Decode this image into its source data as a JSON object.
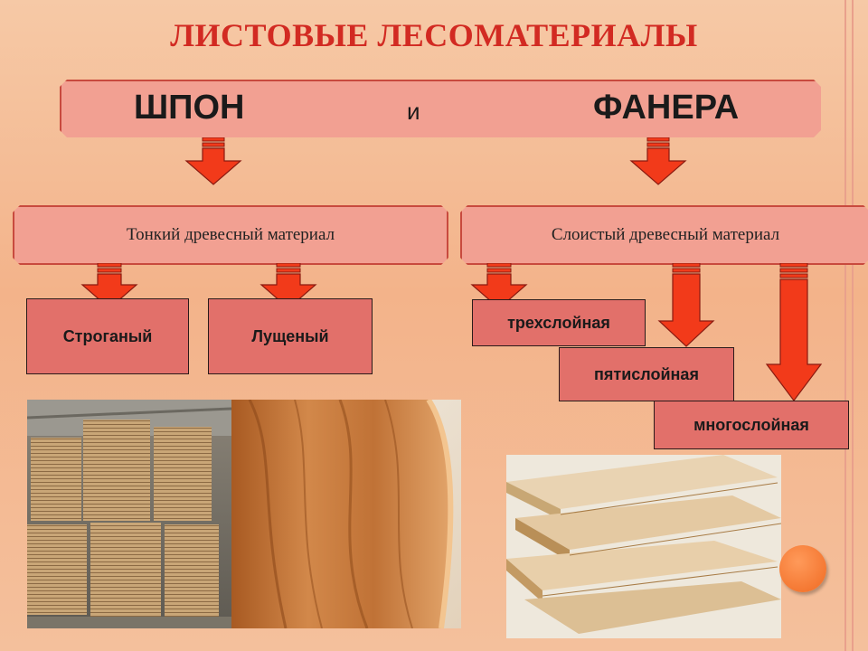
{
  "title": "ЛИСТОВЫЕ ЛЕСОМАТЕРИАЛЫ",
  "banner": {
    "left": "ШПОН",
    "middle": "и",
    "right": "ФАНЕРА"
  },
  "veneer": {
    "description": "Тонкий древесный материал",
    "types": [
      "Строганый",
      "Лущеный"
    ]
  },
  "plywood": {
    "description": "Слоистый древесный материал",
    "types": [
      "трехслойная",
      "пятислойная",
      "многослойная"
    ]
  },
  "colors": {
    "title": "#d22a22",
    "box_fill": "#f2a092",
    "box_border": "#c84a3e",
    "leaf_fill": "#e2706a",
    "arrow_fill": "#f23a1a",
    "accent_dot": "#f06a22"
  }
}
